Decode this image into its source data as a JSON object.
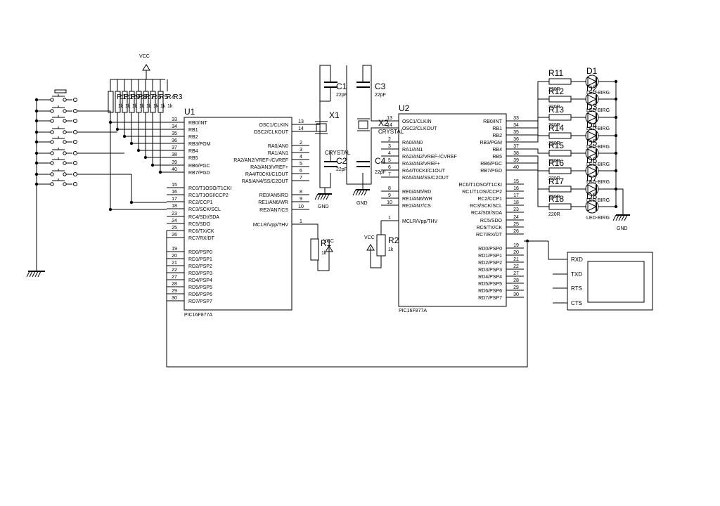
{
  "u1": {
    "ref": "U1",
    "part": "PIC16F877A",
    "left_pins": [
      {
        "num": "33",
        "name": "RB0/INT"
      },
      {
        "num": "34",
        "name": "RB1"
      },
      {
        "num": "35",
        "name": "RB2"
      },
      {
        "num": "36",
        "name": "RB3/PGM"
      },
      {
        "num": "37",
        "name": "RB4"
      },
      {
        "num": "38",
        "name": "RB5"
      },
      {
        "num": "39",
        "name": "RB6/PGC"
      },
      {
        "num": "40",
        "name": "RB7/PGD"
      },
      {
        "num": "15",
        "name": "RC0/T1OSO/T1CKI"
      },
      {
        "num": "16",
        "name": "RC1/T1OSI/CCP2"
      },
      {
        "num": "17",
        "name": "RC2/CCP1"
      },
      {
        "num": "18",
        "name": "RC3/SCK/SCL"
      },
      {
        "num": "23",
        "name": "RC4/SDI/SDA"
      },
      {
        "num": "24",
        "name": "RC5/SDO"
      },
      {
        "num": "25",
        "name": "RC6/TX/CK"
      },
      {
        "num": "26",
        "name": "RC7/RX/DT"
      },
      {
        "num": "19",
        "name": "RD0/PSP0"
      },
      {
        "num": "20",
        "name": "RD1/PSP1"
      },
      {
        "num": "21",
        "name": "RD2/PSP2"
      },
      {
        "num": "22",
        "name": "RD3/PSP3"
      },
      {
        "num": "27",
        "name": "RD4/PSP4"
      },
      {
        "num": "28",
        "name": "RD5/PSP5"
      },
      {
        "num": "29",
        "name": "RD6/PSP6"
      },
      {
        "num": "30",
        "name": "RD7/PSP7"
      }
    ],
    "right_pins": [
      {
        "num": "13",
        "name": "OSC1/CLKIN"
      },
      {
        "num": "14",
        "name": "OSC2/CLKOUT"
      },
      {
        "num": "2",
        "name": "RA0/AN0"
      },
      {
        "num": "3",
        "name": "RA1/AN1"
      },
      {
        "num": "4",
        "name": "RA2/AN2/VREF-/CVREF"
      },
      {
        "num": "5",
        "name": "RA3/AN3/VREF+"
      },
      {
        "num": "6",
        "name": "RA4/T0CKI/C1OUT"
      },
      {
        "num": "7",
        "name": "RA5/AN4/SS/C2OUT"
      },
      {
        "num": "8",
        "name": "RE0/AN5/RD"
      },
      {
        "num": "9",
        "name": "RE1/AN6/WR"
      },
      {
        "num": "10",
        "name": "RE2/AN7/CS"
      },
      {
        "num": "1",
        "name": "MCLR/Vpp/THV"
      }
    ]
  },
  "u2": {
    "ref": "U2",
    "part": "PIC16F877A",
    "left_pins": [
      {
        "num": "13",
        "name": "OSC1/CLKIN"
      },
      {
        "num": "14",
        "name": "OSC2/CLKOUT"
      },
      {
        "num": "2",
        "name": "RA0/AN0"
      },
      {
        "num": "3",
        "name": "RA1/AN1"
      },
      {
        "num": "4",
        "name": "RA2/AN2/VREF-/CVREF"
      },
      {
        "num": "5",
        "name": "RA3/AN3/VREF+"
      },
      {
        "num": "6",
        "name": "RA4/T0CKI/C1OUT"
      },
      {
        "num": "7",
        "name": "RA5/AN4/SS/C2OUT"
      },
      {
        "num": "8",
        "name": "RE0/AN5/RD"
      },
      {
        "num": "9",
        "name": "RE1/AN6/WR"
      },
      {
        "num": "10",
        "name": "RE2/AN7/CS"
      },
      {
        "num": "1",
        "name": "MCLR/Vpp/THV"
      }
    ],
    "right_pins": [
      {
        "num": "33",
        "name": "RB0/INT"
      },
      {
        "num": "34",
        "name": "RB1"
      },
      {
        "num": "35",
        "name": "RB2"
      },
      {
        "num": "36",
        "name": "RB3/PGM"
      },
      {
        "num": "37",
        "name": "RB4"
      },
      {
        "num": "38",
        "name": "RB5"
      },
      {
        "num": "39",
        "name": "RB6/PGC"
      },
      {
        "num": "40",
        "name": "RB7/PGD"
      },
      {
        "num": "15",
        "name": "RC0/T1OSO/T1CKI"
      },
      {
        "num": "16",
        "name": "RC1/T1OSI/CCP2"
      },
      {
        "num": "17",
        "name": "RC2/CCP1"
      },
      {
        "num": "18",
        "name": "RC3/SCK/SCL"
      },
      {
        "num": "23",
        "name": "RC4/SDI/SDA"
      },
      {
        "num": "24",
        "name": "RC5/SDO"
      },
      {
        "num": "25",
        "name": "RC6/TX/CK"
      },
      {
        "num": "26",
        "name": "RC7/RX/DT"
      },
      {
        "num": "19",
        "name": "RD0/PSP0"
      },
      {
        "num": "20",
        "name": "RD1/PSP1"
      },
      {
        "num": "21",
        "name": "RD2/PSP2"
      },
      {
        "num": "22",
        "name": "RD3/PSP3"
      },
      {
        "num": "27",
        "name": "RD4/PSP4"
      },
      {
        "num": "28",
        "name": "RD5/PSP5"
      },
      {
        "num": "29",
        "name": "RD6/PSP6"
      },
      {
        "num": "30",
        "name": "RD7/PSP7"
      }
    ]
  },
  "capacitors": [
    {
      "ref": "C1",
      "value": "22pF"
    },
    {
      "ref": "C2",
      "value": "22pF"
    },
    {
      "ref": "C3",
      "value": "22pF"
    },
    {
      "ref": "C4",
      "value": "22pF"
    }
  ],
  "crystals": [
    {
      "ref": "X1",
      "value": "CRYSTAL"
    },
    {
      "ref": "X2",
      "value": "CRYSTAL"
    }
  ],
  "resistors": [
    {
      "ref": "R1",
      "value": "1k",
      "extra": "VCC"
    },
    {
      "ref": "R2",
      "value": "1k"
    }
  ],
  "resistor_array": {
    "labels": [
      "R1",
      "R1",
      "R9",
      "R8",
      "R7",
      "R6",
      "R5",
      "R4",
      "R3"
    ],
    "values": [
      "1k",
      "1k",
      "1k",
      "1k",
      "1k",
      "1k",
      "1k",
      "1k"
    ]
  },
  "led_resistors": [
    {
      "ref": "R11",
      "value": "220R"
    },
    {
      "ref": "R12",
      "value": "220R"
    },
    {
      "ref": "R13",
      "value": "220R"
    },
    {
      "ref": "R14",
      "value": "220R"
    },
    {
      "ref": "R15",
      "value": "220R"
    },
    {
      "ref": "R16",
      "value": "220R"
    },
    {
      "ref": "R17",
      "value": "220R"
    },
    {
      "ref": "R18",
      "value": "220R"
    }
  ],
  "leds": [
    {
      "ref": "D1",
      "value": "LED-BIRG"
    },
    {
      "ref": "D2",
      "value": "LED-BIRG"
    },
    {
      "ref": "D3",
      "value": "LED-BIRG"
    },
    {
      "ref": "D4",
      "value": "LED-BIRG"
    },
    {
      "ref": "D5",
      "value": "LED-BIRG"
    },
    {
      "ref": "D6",
      "value": "LED-BIRG"
    },
    {
      "ref": "D7",
      "value": "LED-BIRG"
    },
    {
      "ref": "D8",
      "value": "LED-BIRG"
    }
  ],
  "terminal_pins": [
    "RXD",
    "TXD",
    "RTS",
    "CTS"
  ],
  "power": {
    "vcc": "VCC",
    "gnd": "GND"
  }
}
